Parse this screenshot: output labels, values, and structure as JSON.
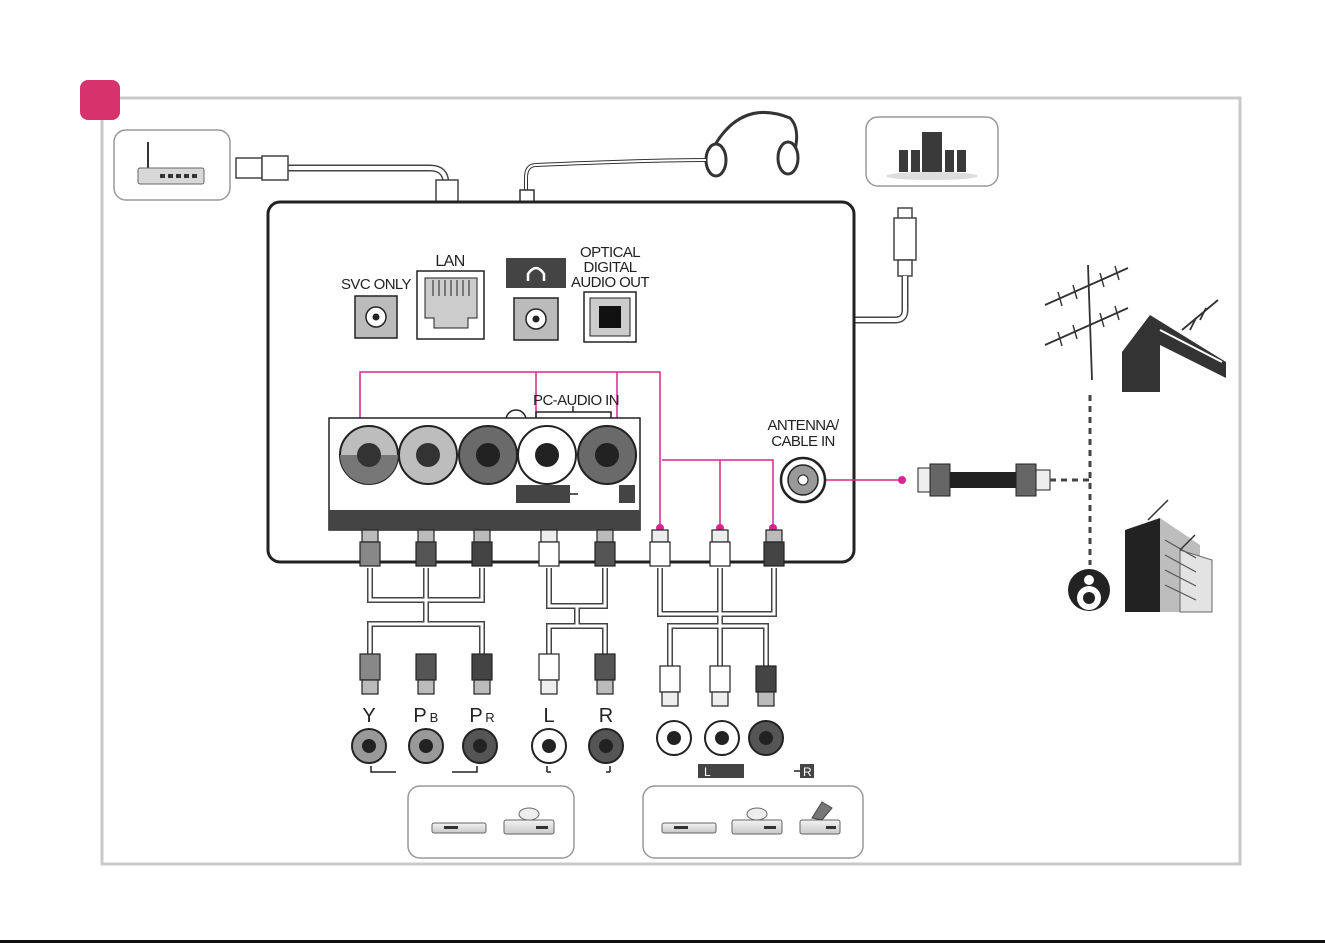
{
  "diagram": {
    "step_badge_color": "#d6336c",
    "connector_color": "#d6278f",
    "panel": {
      "svc_only": "SVC ONLY",
      "lan": "LAN",
      "optical_line1": "OPTICAL",
      "optical_line2": "DIGITAL",
      "optical_line3": "AUDIO OUT",
      "pc_audio_in": "PC-AUDIO IN",
      "antenna_line1": "ANTENNA/",
      "antenna_line2": "CABLE IN"
    },
    "cable_labels": {
      "y": "Y",
      "pb_main": "P",
      "pb_sub": "B",
      "pr_main": "P",
      "pr_sub": "R",
      "l": "L",
      "r": "R",
      "av_l": "L",
      "av_r": "R"
    },
    "icons": [
      "router-icon",
      "headphones-icon",
      "speaker-system-icon",
      "antenna-house-icon",
      "satellite-dish-icon",
      "building-icon",
      "dvd-player-icon",
      "vcr-icon",
      "camcorder-icon"
    ]
  }
}
